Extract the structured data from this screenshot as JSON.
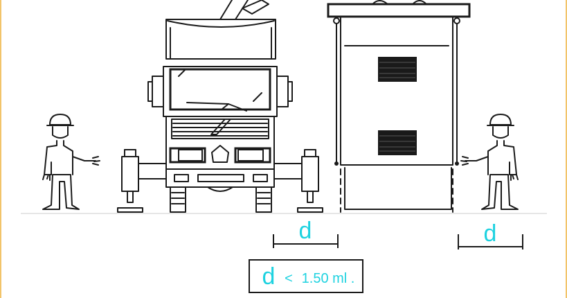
{
  "diagram": {
    "clearance_left_symbol": "d",
    "clearance_right_symbol": "d",
    "rule": {
      "symbol": "d",
      "operator": "<",
      "value": "1.50 ml ."
    }
  },
  "colors": {
    "accent_text": "#1ed2e0",
    "line": "#1a1a1a",
    "frame_border": "#f2c46a"
  }
}
